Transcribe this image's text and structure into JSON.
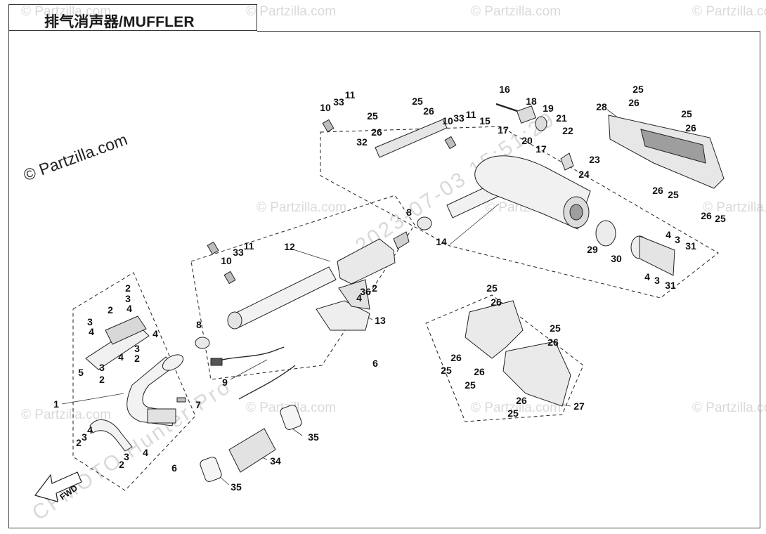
{
  "header": {
    "title": "排气消声器/MUFFLER"
  },
  "copyright_side": "© Partzilla.com",
  "watermarks": {
    "small": "© Partzilla.com",
    "date_stamp": "2023-07-03 15:51:29",
    "brand_stamp": "CFMOTO Hunter Pro"
  },
  "fwd_label": "FWD",
  "callouts": {
    "c1": "1",
    "c2": "2",
    "c3": "3",
    "c4": "4",
    "c5": "5",
    "c6": "6",
    "c7": "7",
    "c8": "8",
    "c9": "9",
    "c10": "10",
    "c11": "11",
    "c12": "12",
    "c13": "13",
    "c14": "14",
    "c15": "15",
    "c16": "16",
    "c17": "17",
    "c18": "18",
    "c19": "19",
    "c20": "20",
    "c21": "21",
    "c22": "22",
    "c23": "23",
    "c24": "24",
    "c25": "25",
    "c26": "26",
    "c27": "27",
    "c28": "28",
    "c29": "29",
    "c30": "30",
    "c31": "31",
    "c32": "32",
    "c33": "33",
    "c34": "34",
    "c35": "35",
    "c36": "36"
  },
  "colors": {
    "line": "#222222",
    "part_fill": "#f2f2f2",
    "part_shade": "#bdbdbd",
    "dark_fill": "#555555",
    "watermark": "#9a9a9a"
  }
}
